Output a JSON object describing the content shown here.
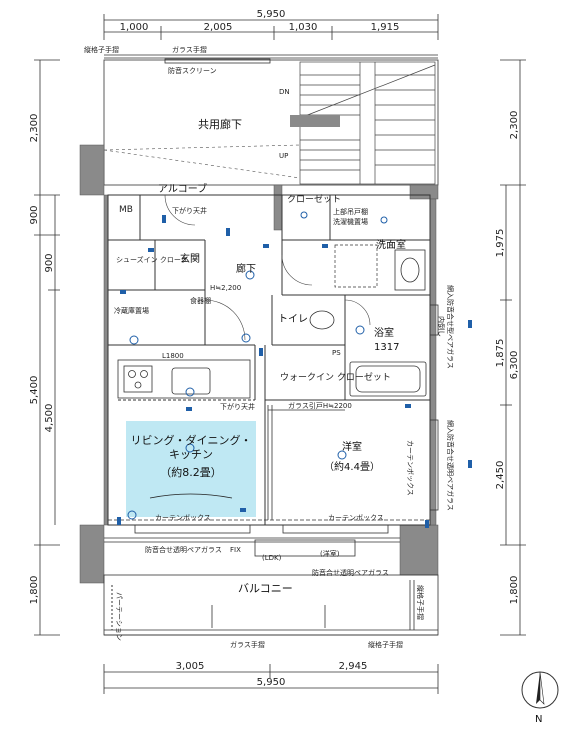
{
  "dimensions": {
    "top_total": "5,950",
    "top_segments": [
      "1,000",
      "2,005",
      "1,030",
      "1,915"
    ],
    "bottom_segments": [
      "3,005",
      "2,945"
    ],
    "bottom_total": "5,950",
    "left_outer": [
      "2,300",
      "900",
      "5,400",
      "1,800"
    ],
    "left_inner": [
      "900",
      "4,500"
    ],
    "right_outer": [
      "2,300",
      "6,300",
      "1,800"
    ],
    "right_inner": [
      "1,975",
      "1,875",
      "2,450"
    ]
  },
  "labels": {
    "lattice_handrail_top": "縦格子手摺",
    "glass_handrail_top": "ガラス手摺",
    "privacy_screen": "防音スクリーン",
    "common_corridor": "共用廊下",
    "dn": "DN",
    "up": "UP",
    "alcove": "アルコーブ",
    "mb": "MB",
    "lowered_ceiling_alcove": "下がり天井",
    "closet": "クローゼット",
    "washer_area": "洗濯機置場",
    "shelf_above": "上部吊戸棚",
    "washroom": "洗面室",
    "entrance": "玄関",
    "shoes_cloak": "シューズイン クローク",
    "corridor": "廊下",
    "floor_cabinet": "冷蔵庫置場",
    "storage_small": "食器棚",
    "hall_height": "H≒2,200",
    "toilet": "トイレ",
    "bath": "浴室",
    "bath_size": "1317",
    "ps": "PS",
    "walkin_closet": "ウォークイン クローゼット",
    "glass_door": "ガラス引戸H≒2200",
    "ldk_line1": "リビング・ダイニング・",
    "ldk_line2": "キッチン",
    "ldk_area": "（約8.2畳）",
    "western_room": "洋室",
    "western_area": "（約4.4畳）",
    "curtain_box_left": "カーテンボックス",
    "curtain_box_right": "カーテンボックス",
    "curtain_box_side": "カーテンボックス",
    "window_glass_bottom": "防音合せ透明ペアガラス",
    "fix": "FIX",
    "ldk_short": "(LDK)",
    "western_short": "(洋室)",
    "glass_bottom_right": "防音合せ透明ペアガラス",
    "balcony": "バルコニー",
    "partition": "パーテーション",
    "glass_handrail_bottom": "ガラス手摺",
    "lattice_handrail_bottom": "縦格子手摺",
    "lattice_handrail_side": "縦格子手摺",
    "window_side_1": "網入防音合せ型ペアガラス",
    "window_side_2": "網入防音合せ透明ペアガラス",
    "inner_window": "内倒し",
    "lowered_ceiling_ldk": "下がり天井",
    "kitchen_width": "L1800",
    "compass": "N"
  },
  "colors": {
    "ldk_highlight": "#bfe8f3",
    "wall": "#8a8a8a",
    "line": "#333333",
    "fixture_blue": "#1f5fa8"
  }
}
